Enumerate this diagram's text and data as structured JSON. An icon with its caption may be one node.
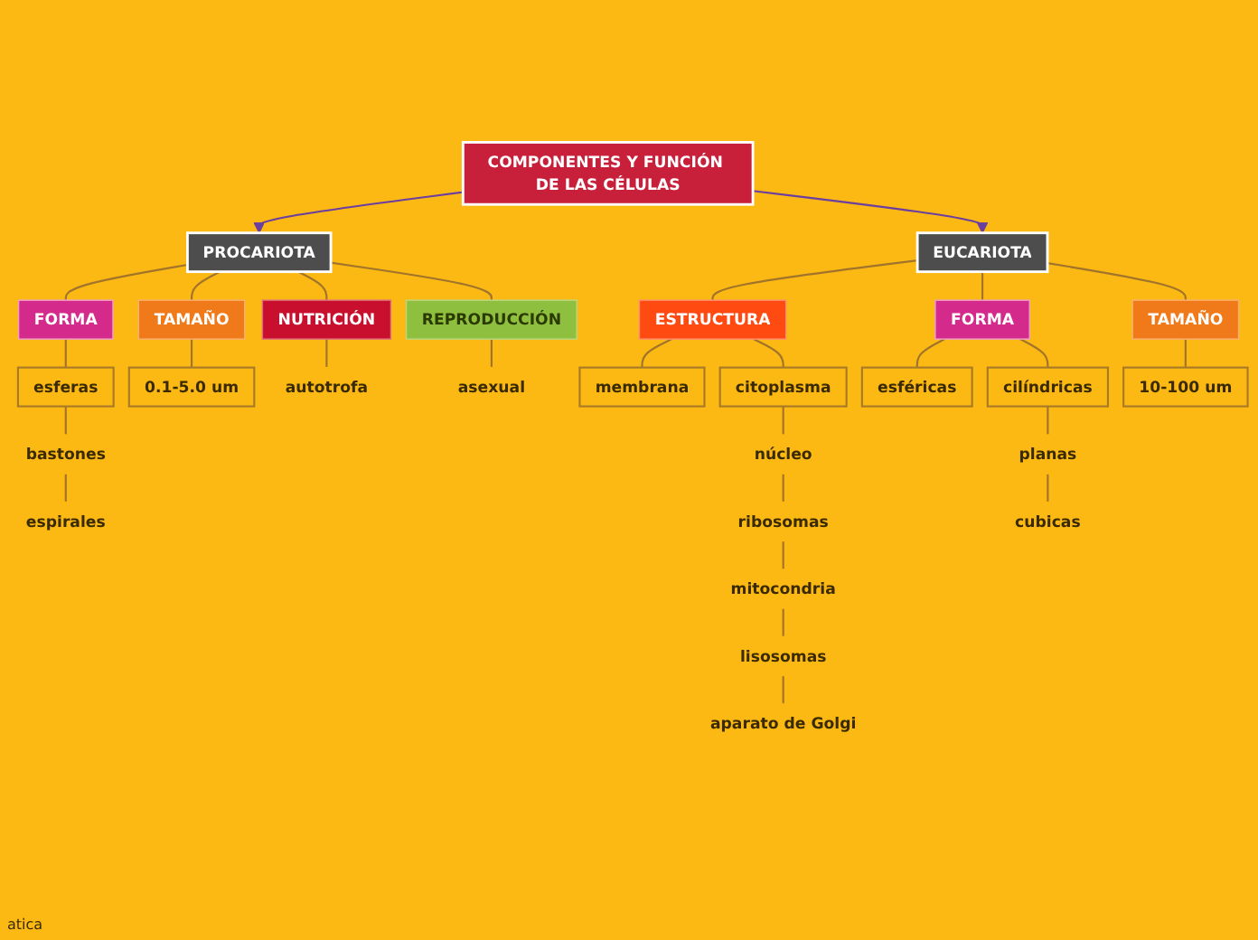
{
  "diagram": {
    "nodes": [
      {
        "text": [
          "COMPONENTES Y FUNCIÓN DE LAS CÉLULAS"
        ]
      },
      {
        "text": [
          "PROCARIOTA"
        ]
      },
      {
        "text": [
          "FORMA"
        ]
      },
      {
        "text": [
          "TAMAÑO"
        ]
      },
      {
        "text": [
          "NUTRICIÓN"
        ]
      },
      {
        "text": [
          "REPRODUCCIÓN"
        ]
      },
      {
        "text": [
          "esferas"
        ]
      },
      {
        "text": [
          "bastones"
        ]
      },
      {
        "text": [
          "espirales"
        ]
      },
      {
        "text": [
          "0.1-5.0 um"
        ]
      },
      {
        "text": [
          "autotrofa"
        ]
      },
      {
        "text": [
          "asexual"
        ]
      },
      {
        "text": [
          "EUCARIOTA"
        ]
      },
      {
        "text": [
          "ESTRUCTURA"
        ]
      },
      {
        "text": [
          "membrana"
        ]
      },
      {
        "text": [
          "citoplasma"
        ]
      },
      {
        "text": [
          "núcleo"
        ]
      },
      {
        "text": [
          "ribosomas"
        ]
      },
      {
        "text": [
          "mitocondria"
        ]
      },
      {
        "text": [
          "lisosomas"
        ]
      },
      {
        "text": [
          "aparato de Golgi"
        ]
      },
      {
        "text": [
          "FORMA"
        ]
      },
      {
        "text": [
          "esféricas"
        ]
      },
      {
        "text": [
          "cilíndricas"
        ]
      },
      {
        "text": [
          "planas"
        ]
      },
      {
        "text": [
          "cubicas"
        ]
      },
      {
        "text": [
          "TAMAÑO"
        ]
      },
      {
        "text": [
          "10-100 um"
        ]
      }
    ],
    "edges": [
      {
        "from": 0,
        "to": 1,
        "arrow": "to",
        "color": "#6b3fa0"
      },
      {
        "from": 0,
        "to": 12,
        "arrow": "to",
        "color": "#6b3fa0"
      },
      {
        "from": 1,
        "to": 2,
        "arrow": "none"
      },
      {
        "from": 1,
        "to": 3,
        "arrow": "none"
      },
      {
        "from": 1,
        "to": 4,
        "arrow": "none"
      },
      {
        "from": 1,
        "to": 5,
        "arrow": "none"
      },
      {
        "from": 2,
        "to": 6,
        "arrow": "none"
      },
      {
        "from": 6,
        "to": 7,
        "arrow": "none"
      },
      {
        "from": 7,
        "to": 8,
        "arrow": "none"
      },
      {
        "from": 3,
        "to": 9,
        "arrow": "none"
      },
      {
        "from": 4,
        "to": 10,
        "arrow": "none"
      },
      {
        "from": 5,
        "to": 11,
        "arrow": "none"
      },
      {
        "from": 12,
        "to": 13,
        "arrow": "none"
      },
      {
        "from": 13,
        "to": 14,
        "arrow": "none"
      },
      {
        "from": 13,
        "to": 15,
        "arrow": "none"
      },
      {
        "from": 15,
        "to": 16,
        "arrow": "none"
      },
      {
        "from": 16,
        "to": 17,
        "arrow": "none"
      },
      {
        "from": 17,
        "to": 18,
        "arrow": "none"
      },
      {
        "from": 18,
        "to": 19,
        "arrow": "none"
      },
      {
        "from": 19,
        "to": 20,
        "arrow": "none"
      },
      {
        "from": 12,
        "to": 21,
        "arrow": "none"
      },
      {
        "from": 21,
        "to": 22,
        "arrow": "none"
      },
      {
        "from": 21,
        "to": 23,
        "arrow": "none"
      },
      {
        "from": 23,
        "to": 24,
        "arrow": "none"
      },
      {
        "from": 24,
        "to": 25,
        "arrow": "none"
      },
      {
        "from": 12,
        "to": 26,
        "arrow": "none"
      },
      {
        "from": 26,
        "to": 27,
        "arrow": "none"
      }
    ],
    "labels": [
      "atica"
    ]
  }
}
